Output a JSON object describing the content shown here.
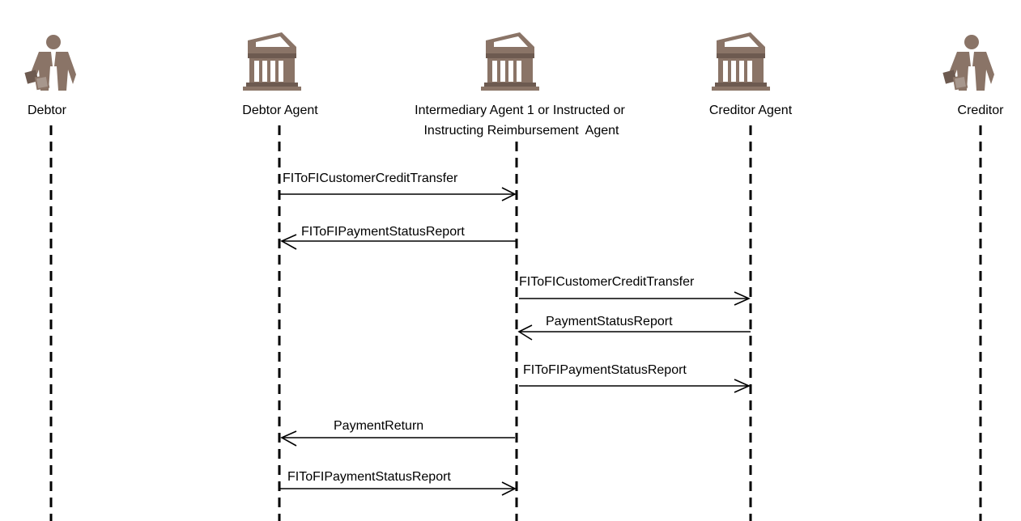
{
  "actors": [
    {
      "id": "debtor",
      "type": "person",
      "label": "Debtor",
      "icon": "person-icon"
    },
    {
      "id": "debtor-agent",
      "type": "bank",
      "label": "Debtor Agent",
      "icon": "bank-icon"
    },
    {
      "id": "intermediary",
      "type": "bank",
      "label_lines": [
        "Intermediary Agent 1 or Instructed or",
        "Instructing Reimbursement  Agent"
      ],
      "icon": "bank-icon"
    },
    {
      "id": "creditor-agent",
      "type": "bank",
      "label": "Creditor Agent",
      "icon": "bank-icon"
    },
    {
      "id": "creditor",
      "type": "person",
      "label": "Creditor",
      "icon": "person-icon"
    }
  ],
  "messages": [
    {
      "label": "FIToFICustomerCreditTransfer",
      "from": "debtor-agent",
      "to": "intermediary"
    },
    {
      "label": "FIToFIPaymentStatusReport",
      "from": "intermediary",
      "to": "debtor-agent"
    },
    {
      "label": "FIToFICustomerCreditTransfer",
      "from": "intermediary",
      "to": "creditor-agent"
    },
    {
      "label": "PaymentStatusReport",
      "from": "creditor-agent",
      "to": "intermediary"
    },
    {
      "label": "FIToFIPaymentStatusReport",
      "from": "intermediary",
      "to": "creditor-agent"
    },
    {
      "label": "PaymentReturn",
      "from": "intermediary",
      "to": "debtor-agent"
    },
    {
      "label": "FIToFIPaymentStatusReport",
      "from": "debtor-agent",
      "to": "intermediary"
    }
  ],
  "colors": {
    "icon": "#8a7467",
    "icon_dark": "#6d5a50",
    "line": "#000000"
  }
}
